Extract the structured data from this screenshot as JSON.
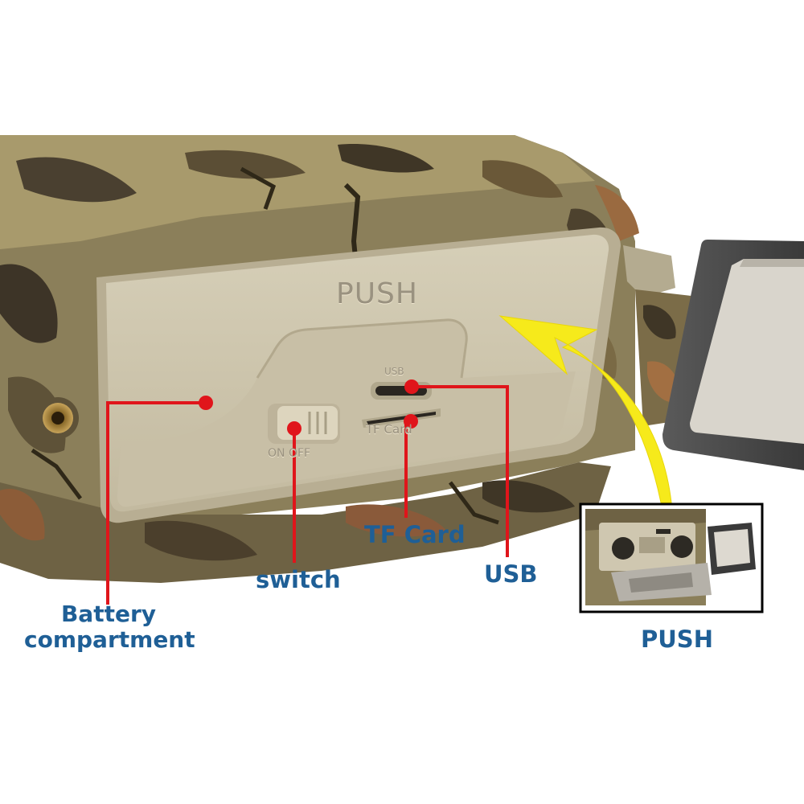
{
  "door_text": "PUSH",
  "port_labels": {
    "usb": "USB",
    "tf_card": "TF Card",
    "switch": "ON OFF"
  },
  "callouts": {
    "battery_line1": "Battery",
    "battery_line2": "compartment",
    "switch": "switch",
    "tf_card": "TF Card",
    "usb": "USB",
    "push": "PUSH"
  },
  "colors": {
    "callout_text": "#1f5f96",
    "callout_dot": "#e0151b",
    "arrow": "#f6ea1b",
    "camo_base": "#8b7f5a",
    "door": "#cfc7b0",
    "inset_frame": "#000000"
  }
}
